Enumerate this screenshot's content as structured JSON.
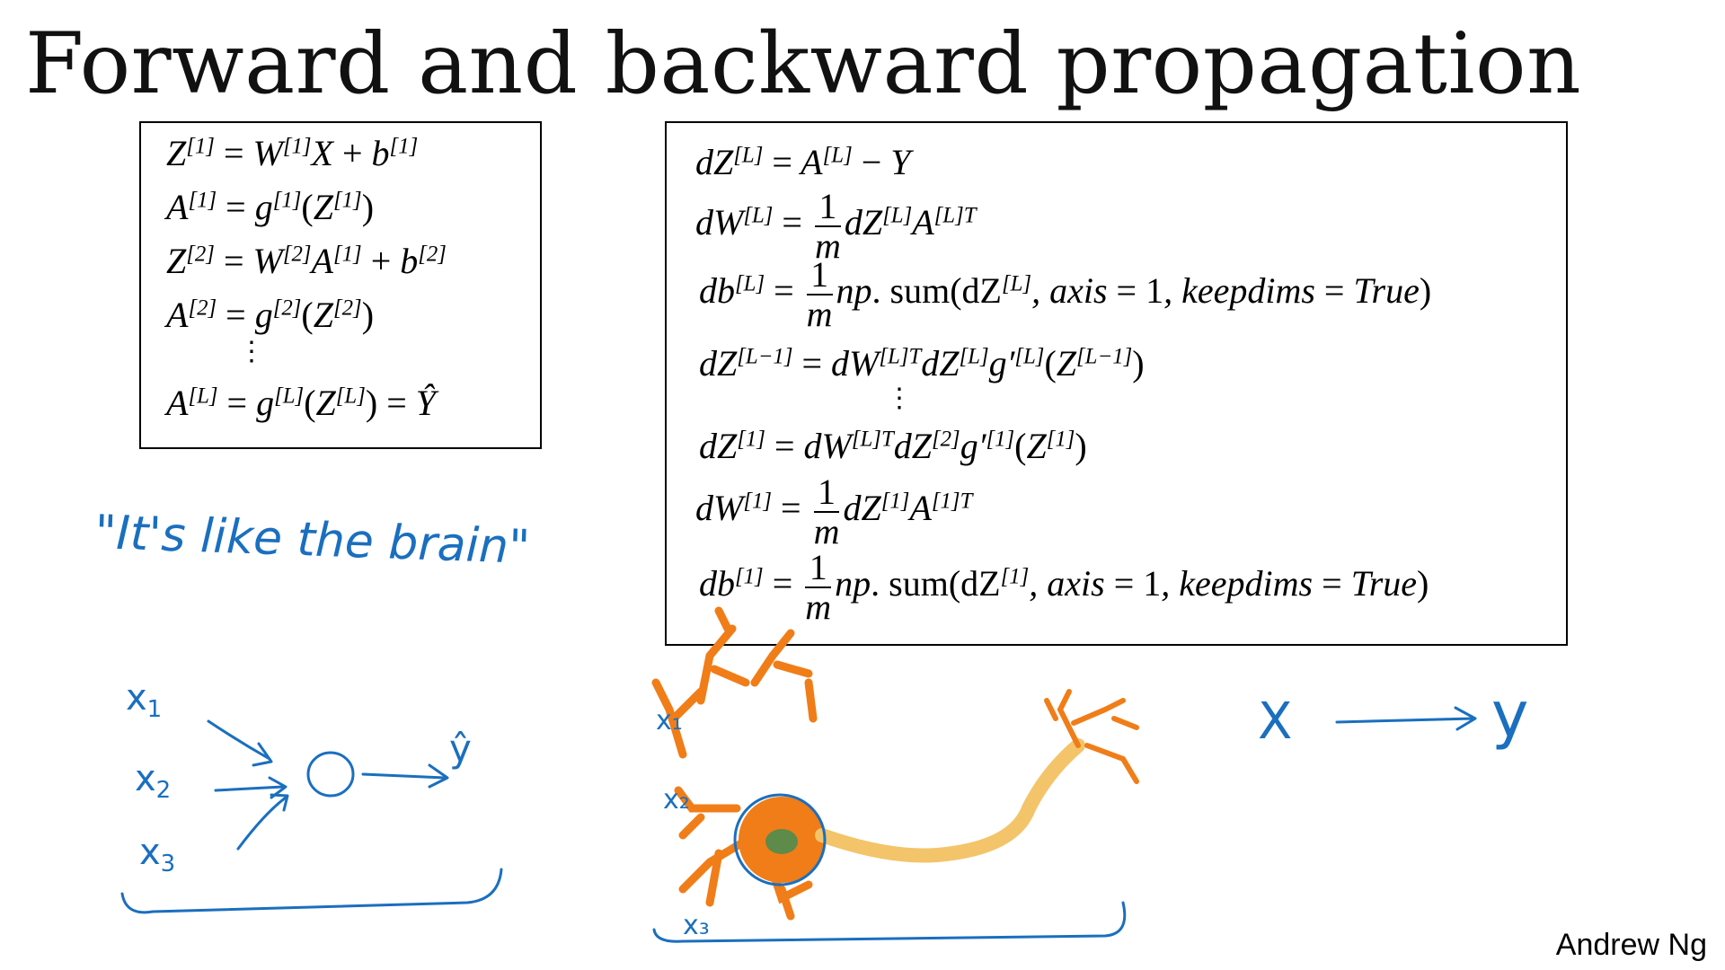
{
  "title": "Forward and backward propagation",
  "author": "Andrew Ng",
  "colors": {
    "ink": "#1a6fbf",
    "neuron": "#f07d18",
    "axon": "#f3c46a"
  },
  "annotations": {
    "quote": "\"It's like the brain\"",
    "x1": "x",
    "x1_sub": "1",
    "x2": "x",
    "x2_sub": "2",
    "x3": "x",
    "x3_sub": "3",
    "yhat": "ŷ",
    "big_x": "X",
    "big_y": "y",
    "neuron_x1": "x₁",
    "neuron_x2": "x₂",
    "neuron_x3": "x₃"
  },
  "icons": [
    "neuron-illustration",
    "neuron-node-circle",
    "arrow-icon"
  ]
}
